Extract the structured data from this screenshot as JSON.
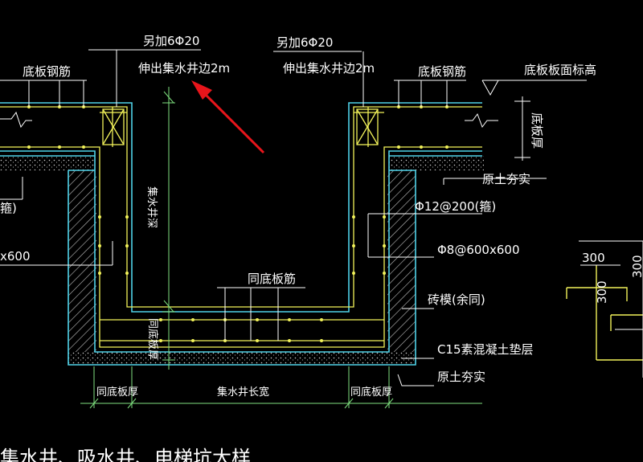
{
  "labels": {
    "extra_bars_left": "另加6Φ20",
    "extend_left": "伸出集水井边2m",
    "extra_bars_right": "另加6Φ20",
    "extend_right": "伸出集水井边2m",
    "slab_rebar_left": "底板钢筋",
    "slab_rebar_right": "底板钢筋",
    "slab_top_level": "底板板面标高",
    "slab_thickness": "底板厚",
    "original_soil_top": "原土夯实",
    "stirrup_spec": "Φ12@200(箍)",
    "stirrup_cut": "箍)",
    "bar_spec": "Φ8@600x600",
    "bar_spec_cut": "x600",
    "brick_form": "砖模(余同)",
    "same_slab_rebar": "同底板筋",
    "pit_depth": "集水井深",
    "same_slab_thickness_vertical": "同底板厚",
    "cushion": "C15素混凝土垫层",
    "original_soil_bottom": "原土夯实",
    "same_slab_thickness_left": "同底板厚",
    "pit_length_width": "集水井长宽",
    "same_slab_thickness_right": "同底板厚",
    "dim_300_top": "300",
    "dim_300_side": "300",
    "dim_300_right": "300",
    "bottom_title": "集水井、吸水井、电梯坑大样"
  },
  "colors": {
    "background": "#000000",
    "concrete_outline": "#4fd2e8",
    "rebar": "#f2f25a",
    "annotation_line": "#ffffff",
    "dimension_line": "#7fe07f",
    "arrow": "#e8151b"
  }
}
